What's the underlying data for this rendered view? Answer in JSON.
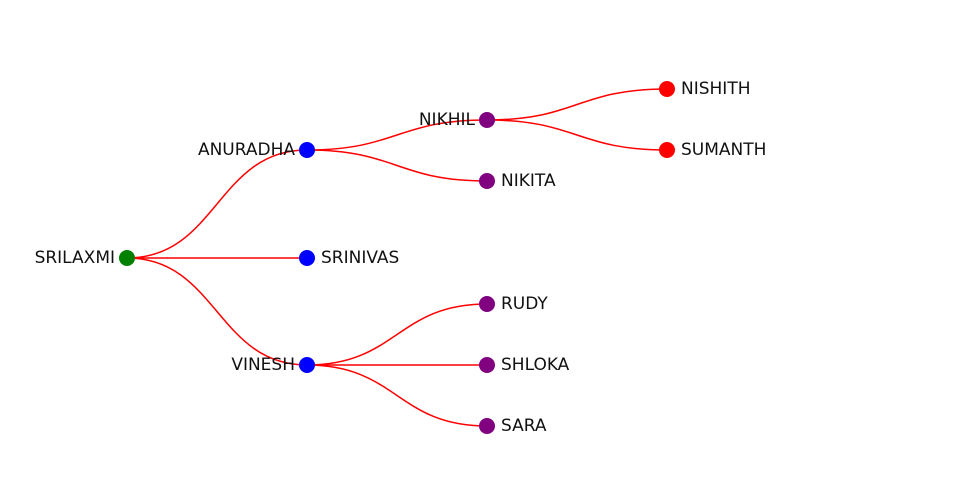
{
  "colors": {
    "link": "#ff0000",
    "level": [
      "#008000",
      "#0000ff",
      "#800080",
      "#ff0000"
    ],
    "label": "#111111"
  },
  "tree": {
    "name": "SRILAXMI",
    "children": [
      {
        "name": "ANURADHA",
        "children": [
          {
            "name": "NIKHIL",
            "children": [
              {
                "name": "NISHITH"
              },
              {
                "name": "SUMANTH"
              }
            ]
          },
          {
            "name": "NIKITA"
          }
        ]
      },
      {
        "name": "SRINIVAS"
      },
      {
        "name": "VINESH",
        "children": [
          {
            "name": "RUDY"
          },
          {
            "name": "SHLOKA"
          },
          {
            "name": "SARA"
          }
        ]
      }
    ]
  }
}
